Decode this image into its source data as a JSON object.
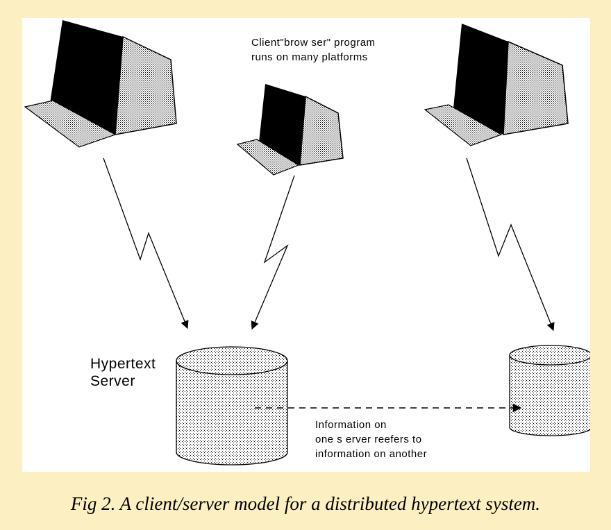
{
  "diagram": {
    "browser_note_line1": "Client\"brow ser\" program",
    "browser_note_line2": "runs on many platforms",
    "server_label_line1": "Hypertext",
    "server_label_line2": "Server",
    "link_note_line1": "Information on",
    "link_note_line2": "one s erver reefers to",
    "link_note_line3": "information on another"
  },
  "caption": "Fig 2. A client/server model for a distributed hypertext system."
}
